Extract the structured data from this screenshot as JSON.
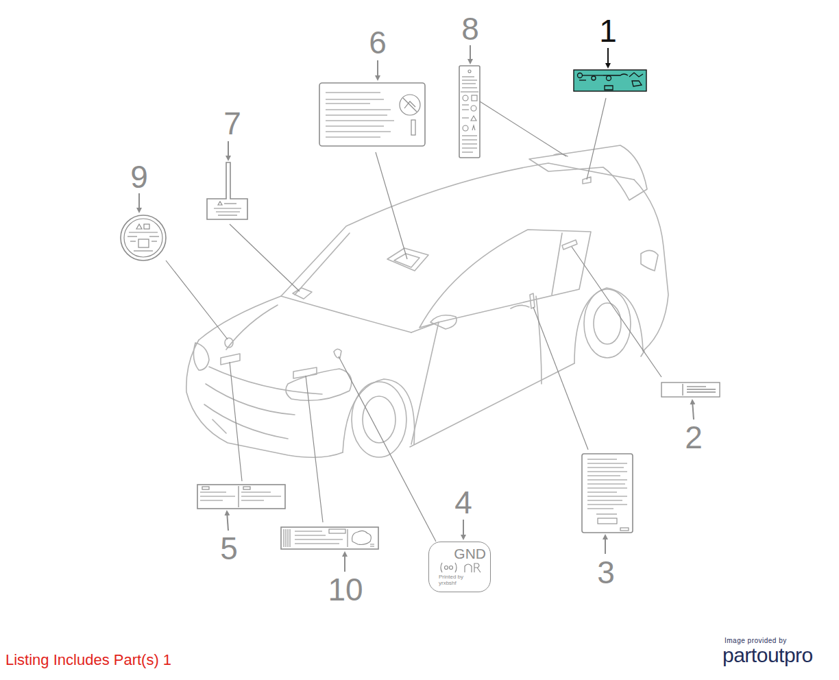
{
  "diagram": {
    "nodes": [
      {
        "text": [
          "GND",
          "Printed by yrxbshf"
        ]
      }
    ],
    "labels": [
      "1",
      "2",
      "3",
      "4",
      "5",
      "6",
      "7",
      "8",
      "9",
      "10",
      "Listing Includes Part(s) 1",
      "Image provided by",
      "partoutpro"
    ]
  }
}
